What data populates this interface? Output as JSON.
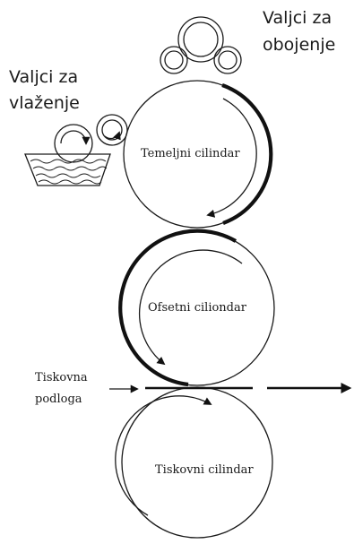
{
  "labels": {
    "inking_rollers": [
      "Valjci za",
      "obojenje"
    ],
    "dampening_rollers": [
      "Valjci za",
      "vlaženje"
    ],
    "plate_cylinder": "Temeljni cilindar",
    "blanket_cylinder": "Ofsetni ciliondar",
    "substrate": [
      "Tiskovna",
      "podloga"
    ],
    "impression_cylinder": "Tiskovni cilindar"
  }
}
